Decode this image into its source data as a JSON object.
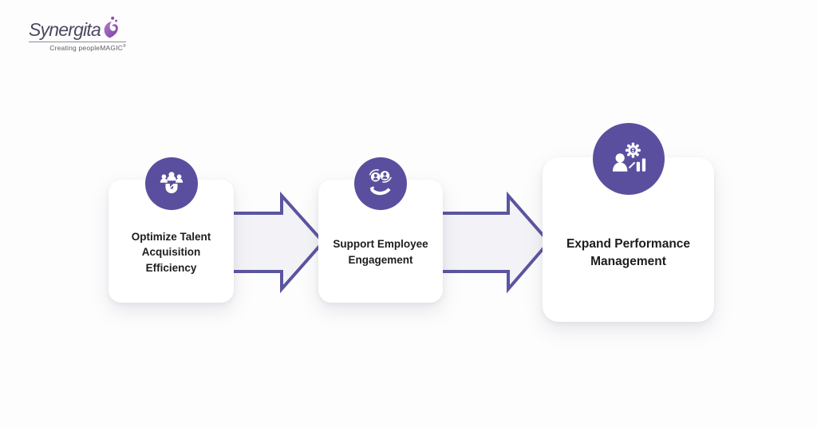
{
  "brand": {
    "name": "Synergita",
    "tagline": "Creating peopleMAGIC",
    "registered_mark": "®"
  },
  "diagram": {
    "steps": [
      {
        "label": "Optimize Talent Acquisition Efficiency",
        "lines": [
          "Optimize Talent",
          "Acquisition Efficiency"
        ],
        "icon": "talent-magnet-icon"
      },
      {
        "label": "Support Employee Engagement",
        "lines": [
          "Support Employee",
          "Engagement"
        ],
        "icon": "hand-holding-people-icon"
      },
      {
        "label": "Expand Performance Management",
        "lines": [
          "Expand Performance",
          "Management"
        ],
        "icon": "person-gear-chart-icon"
      }
    ]
  },
  "colors": {
    "accent_purple": "#5A4F9E",
    "arrow_outline": "#5A55A0",
    "arrow_fill": "#F3F3F7",
    "card_background": "#FFFFFF",
    "page_background": "#FDFDFD",
    "label_text": "#1D1D1F",
    "logo_text": "#4E4760",
    "logo_icon": "#8A49A8",
    "tagline_text": "#5E5E66"
  }
}
